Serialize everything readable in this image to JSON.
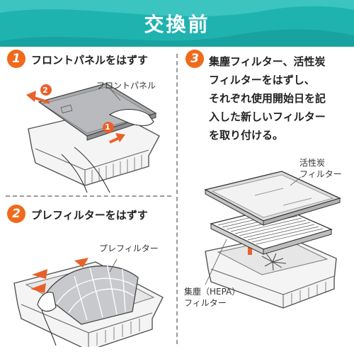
{
  "header": {
    "title": "交換前"
  },
  "steps": [
    {
      "number": "1",
      "title": "フロントパネルをはずす"
    },
    {
      "number": "2",
      "title": "プレフィルターをはずす"
    },
    {
      "number": "3",
      "lines": [
        "集塵フィルター、活性炭",
        "フィルターをはずし、",
        "それぞれ使用開始日を記",
        "入した新しいフィルター",
        "を取り付ける。"
      ]
    }
  ],
  "labels": {
    "front_panel": "フロントパネル",
    "pre_filter": "プレフィルター",
    "carbon_filter": [
      "活性炭",
      "フィルター"
    ],
    "hepa_filter": [
      "集塵（HEPA）",
      "フィルター"
    ]
  },
  "markers": {
    "m1": "1",
    "m2": "2"
  },
  "colors": {
    "header": "#1fb3b0",
    "accent": "#f06a1c"
  }
}
